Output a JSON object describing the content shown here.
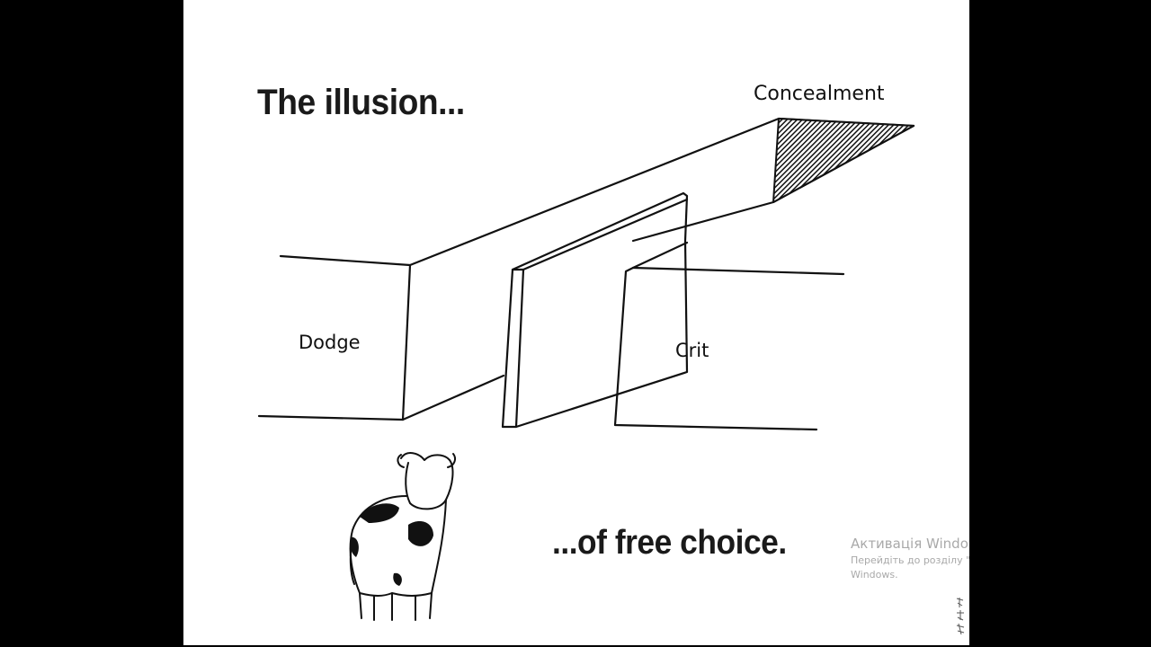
{
  "cartoon": {
    "title_top": "The illusion...",
    "title_bottom": "...of free choice.",
    "labels": {
      "concealment": "Concealment",
      "dodge": "Dodge",
      "crit": "Crit"
    }
  },
  "activation_watermark": {
    "title": "Активація Windows",
    "line1": "Перейдіть до розділу \"Н",
    "line2": "Windows."
  },
  "colors": {
    "background_bars": "#000000",
    "panel": "#ffffff",
    "ink": "#111111",
    "watermark": "#a9a9a9"
  }
}
